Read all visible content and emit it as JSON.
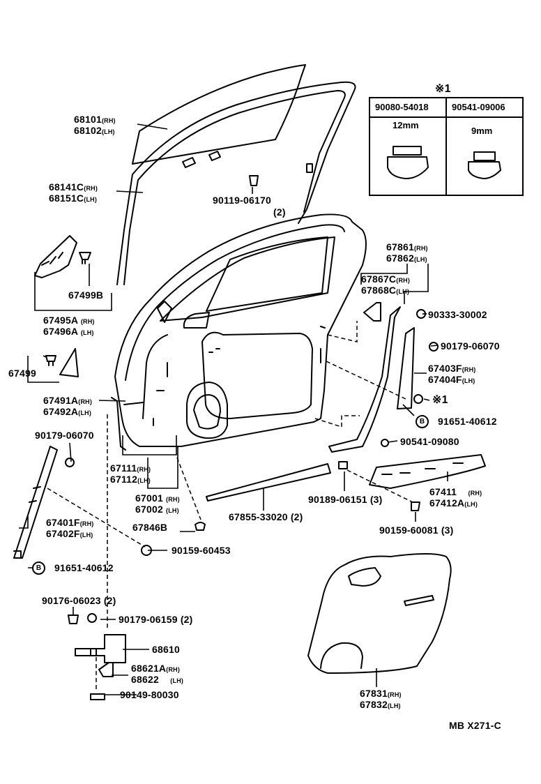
{
  "ref_code": "MB  X271-C",
  "inset": {
    "title": "※1",
    "parts": [
      {
        "number": "90080-54018",
        "size": "12mm"
      },
      {
        "number": "90541-09006",
        "size": "9mm"
      }
    ]
  },
  "labels": {
    "p68101": "68101",
    "p68101_s": "(RH)",
    "p68102": "68102",
    "p68102_s": "(LH)",
    "p68141C": "68141C",
    "p68141C_s": "(RH)",
    "p68151C": "68151C",
    "p68151C_s": "(LH)",
    "p90119": "90119-06170",
    "p90119_q": "(2)",
    "p67499B": "67499B",
    "p67495A": "67495A",
    "p67495A_s": "(RH)",
    "p67496A": "67496A",
    "p67496A_s": "(LH)",
    "p67499": "67499",
    "p67491A": "67491A",
    "p67491A_s": "(RH)",
    "p67492A": "67492A",
    "p67492A_s": "(LH)",
    "p90179_06070_l": "90179-06070",
    "p67111": "67111",
    "p67111_s": "(RH)",
    "p67112": "67112",
    "p67112_s": "(LH)",
    "p67001": "67001",
    "p67001_s": "(RH)",
    "p67002": "67002",
    "p67002_s": "(LH)",
    "p67401F": "67401F",
    "p67401F_s": "(RH)",
    "p67402F": "67402F",
    "p67402F_s": "(LH)",
    "p67846B": "67846B",
    "p90159_60453": "90159-60453",
    "p91651_l": "91651-40612",
    "bolt_mark": "B",
    "p90176": "90176-06023 (2)",
    "p90179_06159": "90179-06159 (2)",
    "p68610": "68610",
    "p68621A": "68621A",
    "p68621A_s": "(RH)",
    "p68622": "68622",
    "p68622_s": "(LH)",
    "p90149": "90149-80030",
    "p67861": "67861",
    "p67861_s": "(RH)",
    "p67862": "67862",
    "p67862_s": "(LH)",
    "p67867C": "67867C",
    "p67867C_s": "(RH)",
    "p67868C": "67868C",
    "p67868C_s": "(LH)",
    "p90333": "90333-30002",
    "p90179_06070_r": "90179-06070",
    "p67403F": "67403F",
    "p67403F_s": "(RH)",
    "p67404F": "67404F",
    "p67404F_s": "(LH)",
    "ref_mark": "※1",
    "p91651_r": "91651-40612",
    "p90541_09080": "90541-09080",
    "p90189": "90189-06151 (3)",
    "p67411": "67411",
    "p67411_s": "(RH)",
    "p67412A": "67412A",
    "p67412A_s": "(LH)",
    "p67855": "67855-33020 (2)",
    "p90159_60081": "90159-60081 (3)",
    "p67831": "67831",
    "p67831_s": "(RH)",
    "p67832": "67832",
    "p67832_s": "(LH)"
  }
}
